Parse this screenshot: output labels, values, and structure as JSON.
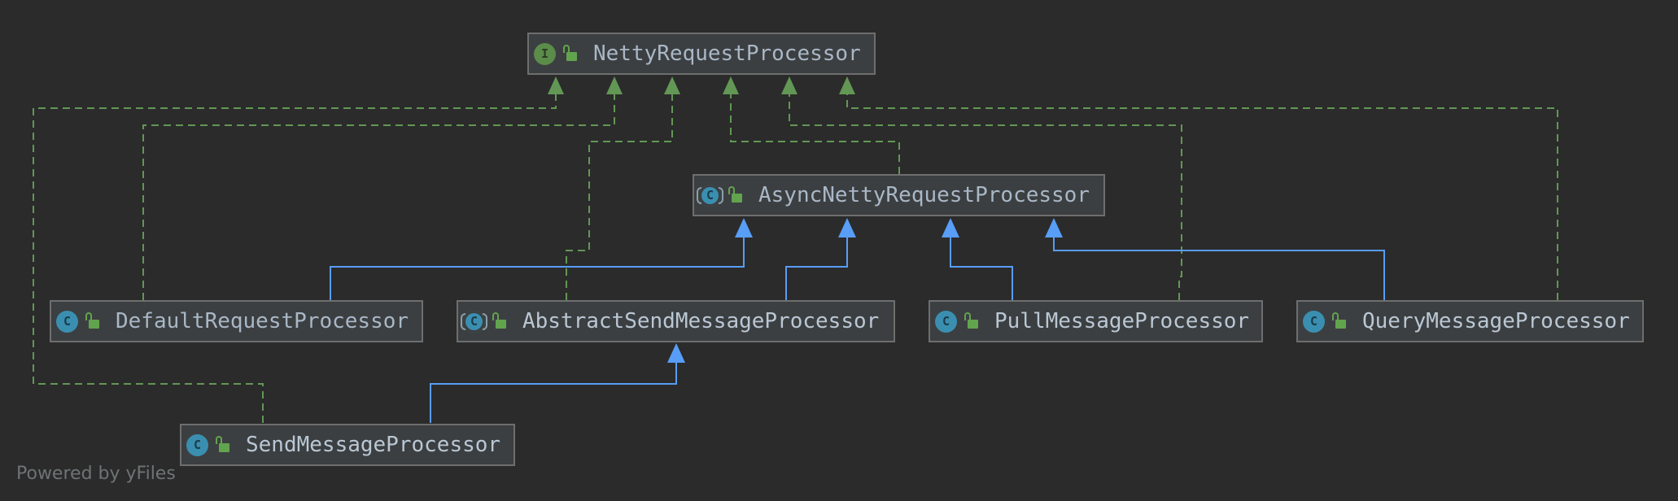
{
  "colors": {
    "background": "#2b2b2b",
    "implements_edge": "#629755",
    "extends_edge": "#589df6",
    "interface_badge": "#5b8c4a",
    "class_badge": "#3a8fb0",
    "node_fill": "#3c3f41",
    "node_border": "#6e6e6e",
    "label_text": "#a9b7c6"
  },
  "nodes": {
    "netty_request_processor": {
      "name": "NettyRequestProcessor",
      "kind": "interface",
      "badge_letter": "I",
      "icon": "interface-icon"
    },
    "async_netty_request_processor": {
      "name": "AsyncNettyRequestProcessor",
      "kind": "abstract-class",
      "badge_letter": "C",
      "icon": "abstract-class-icon"
    },
    "default_request_processor": {
      "name": "DefaultRequestProcessor",
      "kind": "class",
      "badge_letter": "C",
      "icon": "class-icon"
    },
    "abstract_send_message_processor": {
      "name": "AbstractSendMessageProcessor",
      "kind": "abstract-class",
      "badge_letter": "C",
      "icon": "abstract-class-icon"
    },
    "pull_message_processor": {
      "name": "PullMessageProcessor",
      "kind": "class",
      "badge_letter": "C",
      "icon": "class-icon"
    },
    "query_message_processor": {
      "name": "QueryMessageProcessor",
      "kind": "class",
      "badge_letter": "C",
      "icon": "class-icon"
    },
    "send_message_processor": {
      "name": "SendMessageProcessor",
      "kind": "class",
      "badge_letter": "C",
      "icon": "class-icon"
    }
  },
  "edges": {
    "implements": [
      {
        "from": "SendMessageProcessor",
        "to": "NettyRequestProcessor"
      },
      {
        "from": "DefaultRequestProcessor",
        "to": "NettyRequestProcessor"
      },
      {
        "from": "AbstractSendMessageProcessor",
        "to": "NettyRequestProcessor"
      },
      {
        "from": "AsyncNettyRequestProcessor",
        "to": "NettyRequestProcessor"
      },
      {
        "from": "PullMessageProcessor",
        "to": "NettyRequestProcessor"
      },
      {
        "from": "QueryMessageProcessor",
        "to": "NettyRequestProcessor"
      }
    ],
    "extends": [
      {
        "from": "DefaultRequestProcessor",
        "to": "AsyncNettyRequestProcessor"
      },
      {
        "from": "AbstractSendMessageProcessor",
        "to": "AsyncNettyRequestProcessor"
      },
      {
        "from": "PullMessageProcessor",
        "to": "AsyncNettyRequestProcessor"
      },
      {
        "from": "QueryMessageProcessor",
        "to": "AsyncNettyRequestProcessor"
      },
      {
        "from": "SendMessageProcessor",
        "to": "AbstractSendMessageProcessor"
      }
    ]
  },
  "watermark": "Powered by yFiles"
}
